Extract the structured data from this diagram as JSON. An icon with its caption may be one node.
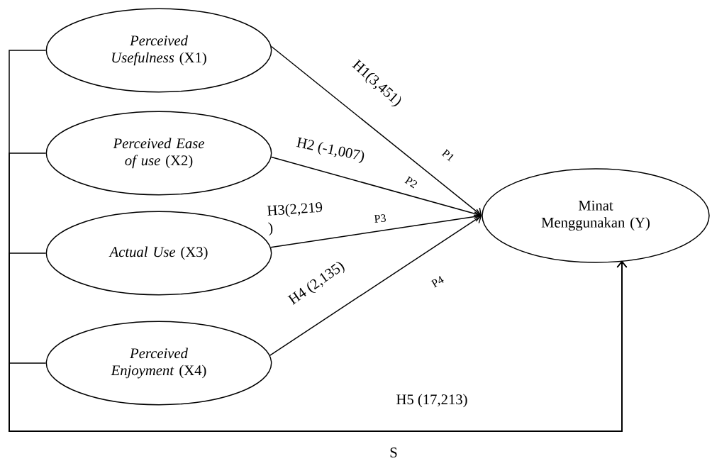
{
  "diagram": {
    "nodes": [
      {
        "text": [
          "*Perceived Usefulness* (X1)"
        ]
      },
      {
        "text": [
          "*Perceived Ease of use* (X2)"
        ]
      },
      {
        "text": [
          "*Actual Use* (X3)"
        ]
      },
      {
        "text": [
          "*Perceived Enjoyment* (X4)"
        ]
      },
      {
        "text": [
          "Minat Menggunakan (Y)"
        ]
      }
    ],
    "edges": [
      {
        "from": 0,
        "to": 4,
        "arrow": "to",
        "label": "H1(3,451)"
      },
      {
        "from": 1,
        "to": 4,
        "arrow": "to",
        "label": "H2 (-1,007)"
      },
      {
        "from": 2,
        "to": 4,
        "arrow": "to",
        "label": "H3(2,219 )"
      },
      {
        "from": 3,
        "to": 4,
        "arrow": "to",
        "label": "H4 (2,135)"
      },
      {
        "from": 0,
        "to": 4,
        "arrow": "to",
        "label": "H5 (17,213)"
      },
      {
        "from": 1,
        "to": 4,
        "arrow": "to"
      },
      {
        "from": 2,
        "to": 4,
        "arrow": "to"
      },
      {
        "from": 3,
        "to": 4,
        "arrow": "to"
      }
    ],
    "labels": [
      "P1",
      "P2",
      "P3",
      "P4",
      "S"
    ]
  }
}
